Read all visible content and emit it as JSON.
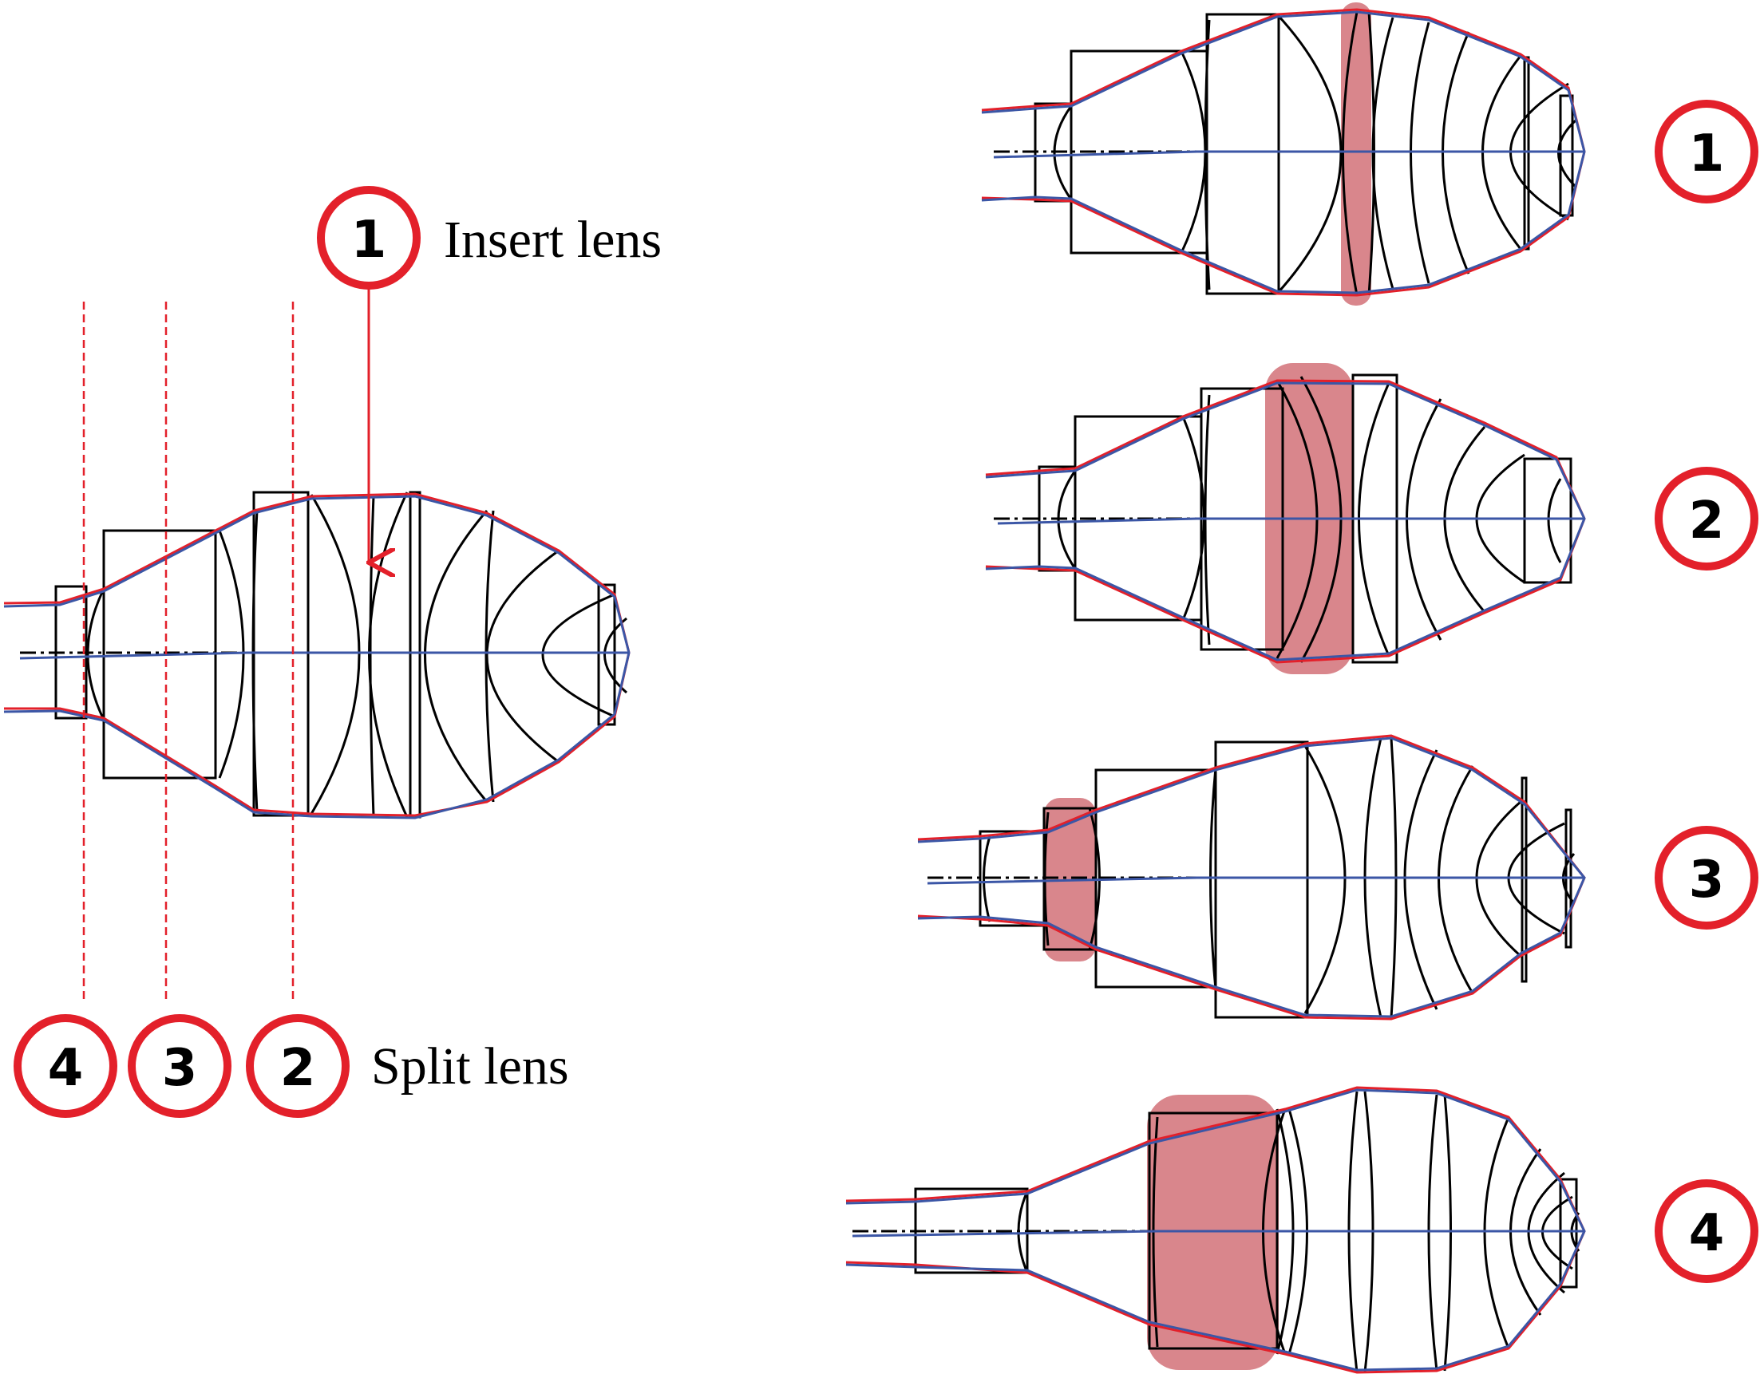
{
  "colors": {
    "accent_red": "#e3202a",
    "ray_blue": "#3b56a6",
    "ray_red": "#e3202a",
    "highlight": "#d9868c",
    "line": "#000000"
  },
  "left": {
    "insert": {
      "number": "1",
      "label": "Insert lens"
    },
    "split": {
      "label": "Split lens",
      "numbers": [
        "4",
        "3",
        "2"
      ]
    }
  },
  "variants": [
    {
      "number": "1"
    },
    {
      "number": "2"
    },
    {
      "number": "3"
    },
    {
      "number": "4"
    }
  ]
}
